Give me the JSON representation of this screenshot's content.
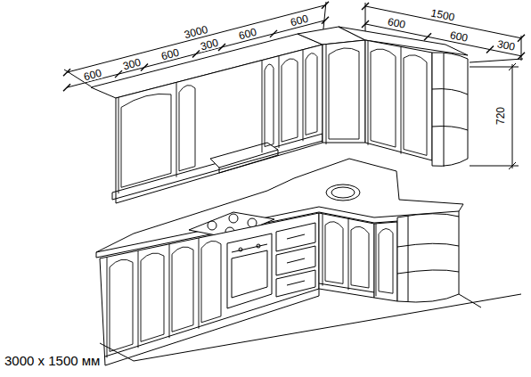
{
  "diagram": {
    "caption": "3000 x 1500 мм",
    "labels": [
      "600",
      "300",
      "600",
      "300",
      "600",
      "600",
      "3000",
      "600",
      "600",
      "300",
      "1500",
      "720"
    ]
  }
}
